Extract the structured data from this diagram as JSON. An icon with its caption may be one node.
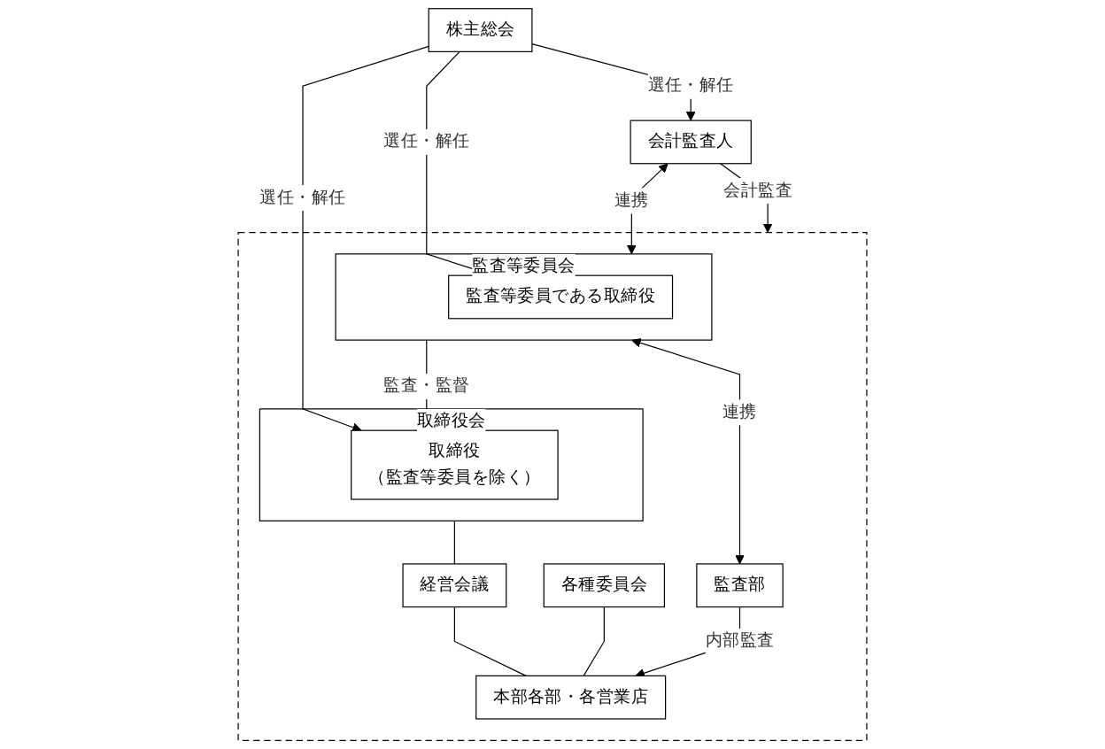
{
  "diagram": {
    "nodes": [
      {
        "text": [
          "株主総会"
        ]
      },
      {
        "text": [],
        "shape": "box"
      },
      {
        "text": [
          "監査等委員会"
        ],
        "in": 1
      },
      {
        "text": [
          "監査等委員である取締役"
        ],
        "in": 2
      },
      {
        "text": [
          "取締役会"
        ],
        "in": 1
      },
      {
        "text": [
          "取締役",
          "（監査等委員を除く）"
        ],
        "in": 4
      },
      {
        "text": [
          "経営会議"
        ],
        "in": 1
      },
      {
        "text": [
          "各種委員会"
        ],
        "in": 1
      },
      {
        "text": [
          "監査部"
        ],
        "in": 1
      },
      {
        "text": [
          "本部各部・各営業店"
        ],
        "in": 1
      },
      {
        "text": [
          "会計監査人"
        ]
      }
    ],
    "edges": [
      {
        "from": 0,
        "to": 10,
        "arrow": "to",
        "label": "選任・解任"
      },
      {
        "from": 0,
        "to": 3,
        "arrow": "to",
        "label": "選任・解任"
      },
      {
        "from": 0,
        "to": 5,
        "arrow": "to",
        "label": "選任・解任"
      },
      {
        "from": 2,
        "to": 5,
        "arrow": "to",
        "label": "監査・監督"
      },
      {
        "from": 10,
        "to": 2,
        "arrow": "both",
        "label": "連携"
      },
      {
        "from": 2,
        "to": 8,
        "arrow": "both",
        "label": "連携"
      },
      {
        "from": 10,
        "to": 1,
        "arrow": "to",
        "label": "会計監査"
      },
      {
        "from": 4,
        "to": 6,
        "arrow": "none"
      },
      {
        "from": 6,
        "to": 9,
        "arrow": "none"
      },
      {
        "from": 7,
        "to": 9,
        "arrow": "none"
      },
      {
        "from": 8,
        "to": 9,
        "arrow": "to",
        "label": "内部監査"
      }
    ]
  }
}
